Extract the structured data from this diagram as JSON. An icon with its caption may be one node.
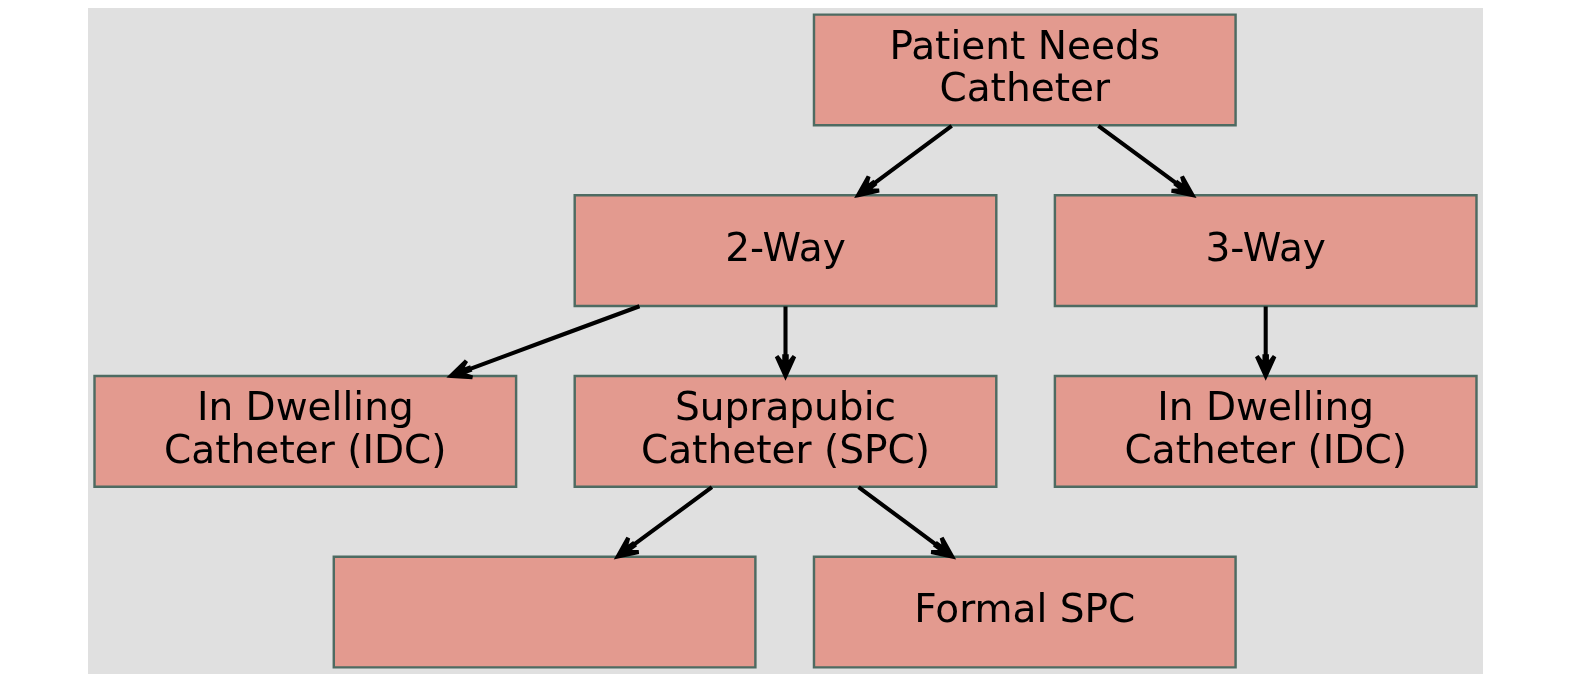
{
  "diagram": {
    "nodes": [
      {
        "text": [
          "Patient Needs Catheter"
        ]
      },
      {
        "text": [
          "2-Way"
        ]
      },
      {
        "text": [
          "3-Way"
        ]
      },
      {
        "text": [
          "In Dwelling Catheter (IDC)"
        ]
      },
      {
        "text": [
          "Suprapubic Catheter (SPC)"
        ]
      },
      {
        "text": [
          "In Dwelling Catheter (IDC)"
        ]
      },
      {
        "text": [],
        "shape": "box"
      },
      {
        "text": [
          "Formal SPC"
        ]
      }
    ],
    "edges": [
      {
        "from": 0,
        "to": 1,
        "arrow": "to"
      },
      {
        "from": 0,
        "to": 2,
        "arrow": "to"
      },
      {
        "from": 1,
        "to": 3,
        "arrow": "to"
      },
      {
        "from": 1,
        "to": 4,
        "arrow": "to"
      },
      {
        "from": 2,
        "to": 5,
        "arrow": "to"
      },
      {
        "from": 4,
        "to": 6,
        "arrow": "to"
      },
      {
        "from": 4,
        "to": 7,
        "arrow": "to"
      }
    ]
  }
}
